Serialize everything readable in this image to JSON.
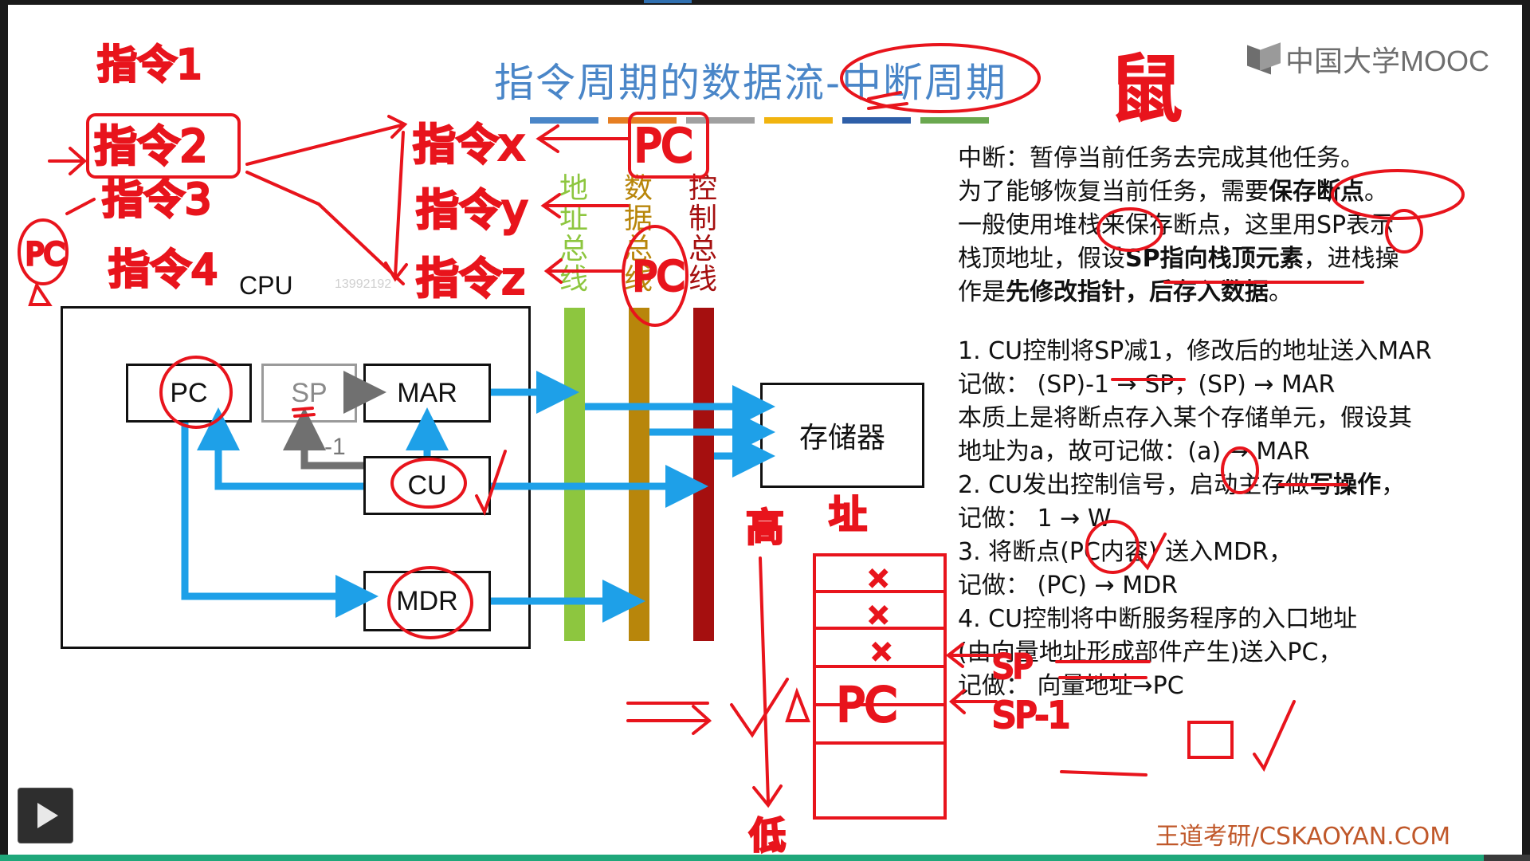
{
  "slide": {
    "title": "指令周期的数据流-中断周期",
    "logo": "中国大学MOOC",
    "footer": "王道考研/CSKAOYAN.COM",
    "watermark": "13992192",
    "title_bar_colors": [
      "#4a86c8",
      "#e67e22",
      "#a0a0a0",
      "#f1b40f",
      "#2e5fa8",
      "#6aa84f"
    ]
  },
  "diagram": {
    "cpu_label": "CPU",
    "pc": "PC",
    "sp": "SP",
    "mar": "MAR",
    "cu": "CU",
    "mdr": "MDR",
    "minus_one": "-1",
    "memory": "存储器",
    "buses": [
      {
        "label": "地址总线",
        "color": "#8dc63f"
      },
      {
        "label": "数据总线",
        "color": "#b8860b"
      },
      {
        "label": "控制总线",
        "color": "#a50f0f"
      }
    ],
    "arrow_color": "#1ea0e8"
  },
  "notes": {
    "line1": "中断：暂停当前任务去完成其他任务。",
    "line2_a": "为了能够恢复当前任务，需要",
    "line2_b": "保存断点",
    "line2_c": "。",
    "line3": "一般使用堆栈来保存断点，这里用SP表示",
    "line4_a": "栈顶地址，假设",
    "line4_b": "SP指向栈顶元素",
    "line4_c": "，进栈操",
    "line5_a": "作是",
    "line5_b": "先修改指针，后存入数据",
    "line5_c": "。",
    "step1": "1. CU控制将SP减1，修改后的地址送入MAR",
    "step1_note": "记做：  (SP)-1 → SP，(SP) → MAR",
    "step1_a": "本质上是将断点存入某个存储单元，假设其",
    "step1_b": "地址为a，故可记做：(a) → MAR",
    "step2_a": "2. CU发出控制信号，启动主存做",
    "step2_b": "写操作",
    "step2_c": "，",
    "step2_note": "记做：  1 → W",
    "step3": "3. 将断点(PC内容) 送入MDR，",
    "step3_note": "记做：  (PC) → MDR",
    "step4_a": "4. CU控制将中断服务程序的入口地址",
    "step4_b": "(由向量地址形成部件产生)送入PC，",
    "step4_note": "记做：  向量地址→PC"
  },
  "annotations": {
    "instr1": "指令1",
    "instr2": "指令2",
    "instr3": "指令3",
    "instr4": "指令4",
    "instr_x": "指令x",
    "instr_y": "指令y",
    "instr_z": "指令z",
    "pc_left": "PC",
    "pc_top": "PC",
    "pc_mid": "PC",
    "pc_stack": "PC",
    "sp_stack": "SP",
    "sp_stack2": "SP-1",
    "mouse": "鼠",
    "high": "高",
    "addr": "址",
    "low": "低",
    "x": "×"
  },
  "player": {
    "play_icon": "play-icon",
    "progress_fraction": 0.97
  }
}
